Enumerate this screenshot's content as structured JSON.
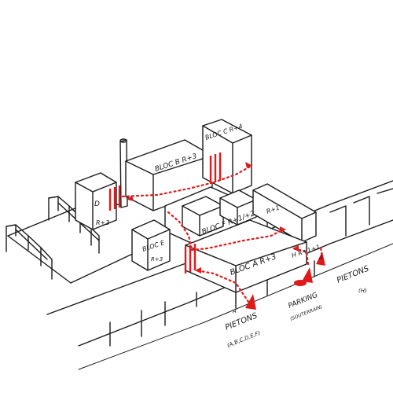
{
  "labels": {
    "bloc_a": "BLOC A R+3",
    "bloc_b": "BLOC B R+3",
    "bloc_c": "BLOC C R+4",
    "bloc_d": "D",
    "bloc_d_level": "R+3",
    "bloc_e": "BLOC E",
    "bloc_e_level": "R+3",
    "bloc_f": "BLOC F R+1/+2",
    "bloc_g_level": "R+1",
    "bloc_h": "H R+1+1",
    "pietons_left": "PIETONS",
    "pietons_left_sub": "(A,B,C,D,E,F)",
    "parking": "PARKING",
    "parking_sub": "(SOUTERRAIN)",
    "pietons_right": "PIETONS",
    "pietons_right_sub": "(H)",
    "marker_a": "A"
  },
  "colors": {
    "ink": "#1a1a1a",
    "accent_red": "#e01a1a",
    "background": "#ffffff"
  }
}
